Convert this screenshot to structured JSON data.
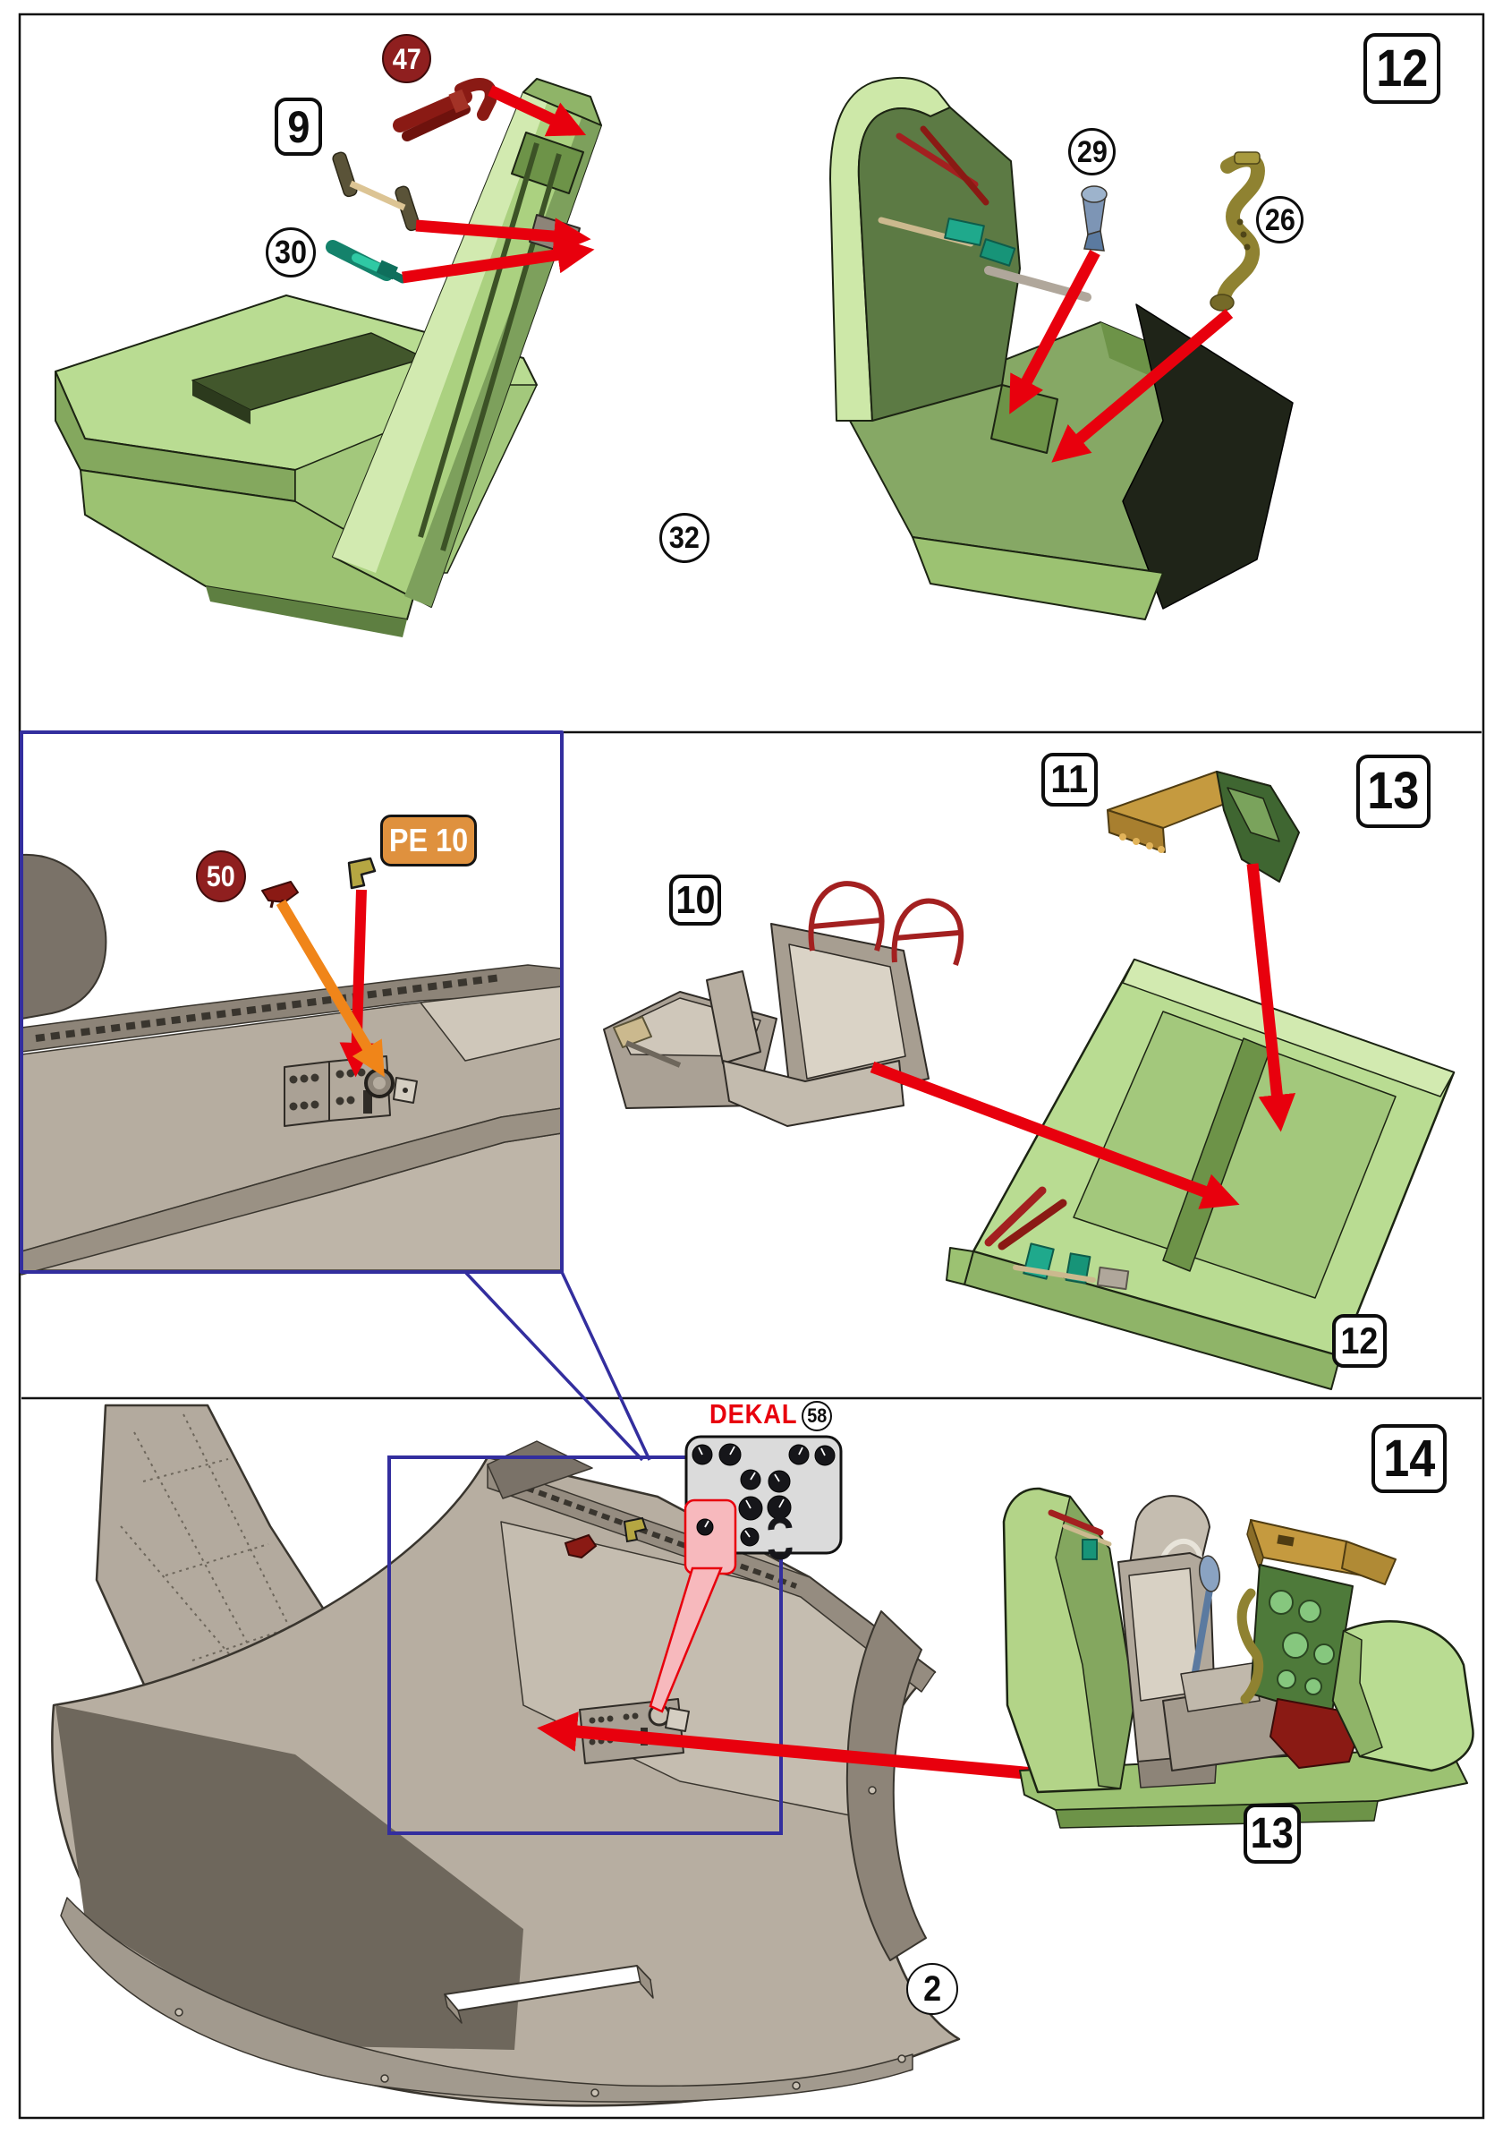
{
  "page": {
    "background": "#ffffff",
    "border_color": "#111111"
  },
  "colors": {
    "arrow_red": "#e8000d",
    "arrow_orange": "#f08519",
    "annotation_blue": "#332e9e",
    "badge_dark_red": "#8f1f1f",
    "pe_badge_orange": "#df913e",
    "dekal_red": "#e8000d",
    "part_green_light": "#b9dc92",
    "part_green_mid": "#86a865",
    "part_green_dark": "#4e7a3a",
    "part_gray": "#b7aea1",
    "part_teal": "#1fa98c",
    "part_tan": "#cbb98e",
    "part_dark_red": "#8a1a14",
    "part_blue_gray": "#7d95b5",
    "part_olive": "#8f8231",
    "part_gold": "#c59a3f",
    "decal_sheet_gray": "#dbdbdb",
    "callout_pink": "#f7b9bd"
  },
  "steps": {
    "step12": "12",
    "step13": "13",
    "step14": "14"
  },
  "parts": {
    "p9": "9",
    "p47": "47",
    "p30": "30",
    "p29": "29",
    "p26": "26",
    "p32": "32",
    "p10": "10",
    "p11": "11",
    "p50": "50",
    "pe10": "PE 10",
    "p12": "12",
    "p58": "58",
    "p13": "13",
    "p2": "2"
  },
  "texts": {
    "dekal": "DEKAL"
  }
}
